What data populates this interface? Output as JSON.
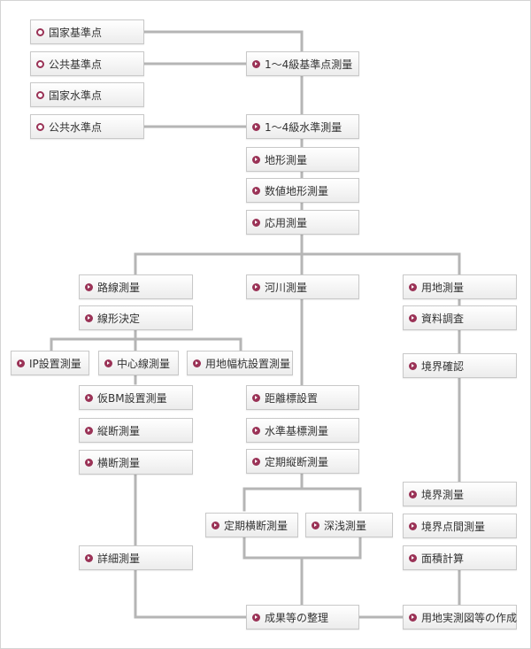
{
  "colors": {
    "accent": "#9a3256",
    "line": "#b5b5b5",
    "box_border": "#c8c8c8",
    "text": "#333333"
  },
  "nodes": {
    "kokka_kijunten": {
      "label": "国家基準点",
      "icon": "ring-bullet-icon"
    },
    "kokyo_kijunten": {
      "label": "公共基準点",
      "icon": "ring-bullet-icon"
    },
    "kokka_suijunten": {
      "label": "国家水準点",
      "icon": "ring-bullet-icon"
    },
    "kokyo_suijunten": {
      "label": "公共水準点",
      "icon": "ring-bullet-icon"
    },
    "kijunten_sokuryo": {
      "label": "1～4級基準点測量",
      "icon": "play-bullet-icon"
    },
    "suijun_sokuryo": {
      "label": "1～4級水準測量",
      "icon": "play-bullet-icon"
    },
    "chikei_sokuryo": {
      "label": "地形測量",
      "icon": "play-bullet-icon"
    },
    "suchi_chikei": {
      "label": "数値地形測量",
      "icon": "play-bullet-icon"
    },
    "oyo_sokuryo": {
      "label": "応用測量",
      "icon": "play-bullet-icon"
    },
    "rosen_sokuryo": {
      "label": "路線測量",
      "icon": "play-bullet-icon"
    },
    "kasen_sokuryo": {
      "label": "河川測量",
      "icon": "play-bullet-icon"
    },
    "yochi_sokuryo": {
      "label": "用地測量",
      "icon": "play-bullet-icon"
    },
    "senkei_kettei": {
      "label": "線形決定",
      "icon": "play-bullet-icon"
    },
    "shiryo_chosa": {
      "label": "資料調査",
      "icon": "play-bullet-icon"
    },
    "ip_setchi": {
      "label": "IP設置測量",
      "icon": "play-bullet-icon"
    },
    "chushinsen": {
      "label": "中心線測量",
      "icon": "play-bullet-icon"
    },
    "yochi_habakui": {
      "label": "用地幅杭設置測量",
      "icon": "play-bullet-icon"
    },
    "kyokai_kakunin": {
      "label": "境界確認",
      "icon": "play-bullet-icon"
    },
    "kari_bm": {
      "label": "仮BM設置測量",
      "icon": "play-bullet-icon"
    },
    "kyori_hyo": {
      "label": "距離標設置",
      "icon": "play-bullet-icon"
    },
    "judan_sokuryo": {
      "label": "縦断測量",
      "icon": "play-bullet-icon"
    },
    "suijun_kihyo": {
      "label": "水準基標測量",
      "icon": "play-bullet-icon"
    },
    "odan_sokuryo": {
      "label": "横断測量",
      "icon": "play-bullet-icon"
    },
    "teiki_judan": {
      "label": "定期縦断測量",
      "icon": "play-bullet-icon"
    },
    "kyokai_sokuryo": {
      "label": "境界測量",
      "icon": "play-bullet-icon"
    },
    "teiki_odan": {
      "label": "定期横断測量",
      "icon": "play-bullet-icon"
    },
    "shinsen_sokuryo": {
      "label": "深浅測量",
      "icon": "play-bullet-icon"
    },
    "kyokaiten_kan": {
      "label": "境界点間測量",
      "icon": "play-bullet-icon"
    },
    "menseki_keisan": {
      "label": "面積計算",
      "icon": "play-bullet-icon"
    },
    "shosai_sokuryo": {
      "label": "詳細測量",
      "icon": "play-bullet-icon"
    },
    "seika_seiri": {
      "label": "成果等の整理",
      "icon": "play-bullet-icon"
    },
    "yochi_jissokuzu": {
      "label": "用地実測図等の作成",
      "icon": "play-bullet-icon"
    }
  }
}
